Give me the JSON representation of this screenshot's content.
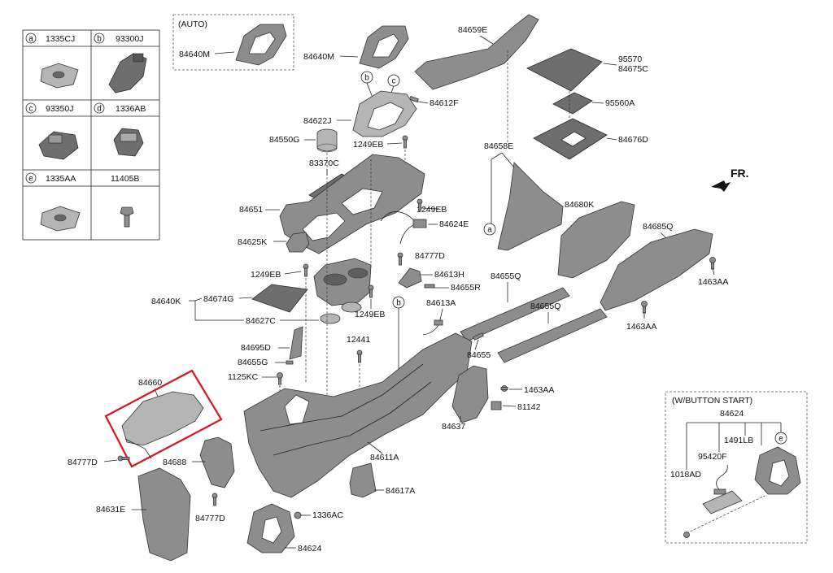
{
  "legend": {
    "cells": [
      {
        "letter": "a",
        "code": "1335CJ",
        "icon": "clip-nut-icon"
      },
      {
        "letter": "b",
        "code": "93300J",
        "icon": "switch-module-icon"
      },
      {
        "letter": "c",
        "code": "93350J",
        "icon": "switch-connector-icon"
      },
      {
        "letter": "d",
        "code": "1336AB",
        "icon": "clip-icon"
      },
      {
        "letter": "e",
        "code": "1335AA",
        "icon": "clip-nut-icon"
      },
      {
        "letter": "",
        "code": "11405B",
        "icon": "bolt-icon"
      }
    ]
  },
  "auto_box": {
    "title": "(AUTO)",
    "part": "84640M"
  },
  "button_start_box": {
    "title": "(W/BUTTON START)",
    "labels": {
      "main": "84624",
      "a": "1491LB",
      "b": "95420F",
      "c": "1018AD",
      "circle": "e"
    }
  },
  "direction": {
    "label": "FR."
  },
  "circle_markers": {
    "b1": "b",
    "c1": "c",
    "a1": "a",
    "b2": "b"
  },
  "labels": {
    "p84640M": "84640M",
    "p84659E": "84659E",
    "p95570": "95570",
    "p84675C": "84675C",
    "p84612F": "84612F",
    "p95560A": "95560A",
    "p84622J": "84622J",
    "p84550G": "84550G",
    "p1249EB_a": "1249EB",
    "p84676D": "84676D",
    "p84658E": "84658E",
    "p83370C": "83370C",
    "p1249EB_b": "1249EB",
    "p84651": "84651",
    "p84624E": "84624E",
    "p84680K": "84680K",
    "p84685Q": "84685Q",
    "p84625K": "84625K",
    "p84777D_a": "84777D",
    "p84613H": "84613H",
    "p1249EB_c": "1249EB",
    "p84655Q_a": "84655Q",
    "p84655R": "84655R",
    "p1463AA_a": "1463AA",
    "p84640K": "84640K",
    "p84674G": "84674G",
    "p1249EB_d": "1249EB",
    "p84613A": "84613A",
    "p84655Q_b": "84655Q",
    "p84627C": "84627C",
    "p1463AA_b": "1463AA",
    "p84695D": "84695D",
    "p12441": "12441",
    "p84655": "84655",
    "p84655G": "84655G",
    "p1125KC": "1125KC",
    "p1463AA_c": "1463AA",
    "p84660": "84660",
    "p81142": "81142",
    "p84637": "84637",
    "p84611A": "84611A",
    "p84777D_b": "84777D",
    "p84688": "84688",
    "p84617A": "84617A",
    "p84631E": "84631E",
    "p84777D_c": "84777D",
    "p1336AC": "1336AC",
    "p84624": "84624"
  },
  "colors": {
    "highlight": "#d9141b",
    "part_fill": "#8d8d8d"
  }
}
